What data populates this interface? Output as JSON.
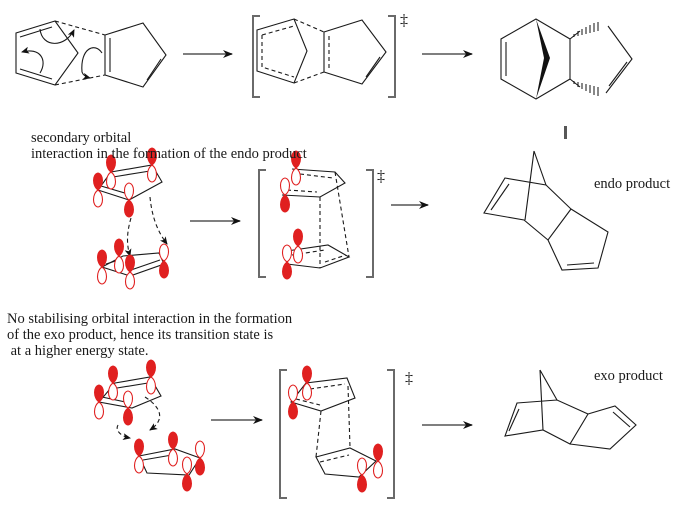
{
  "texts": {
    "endo_caption_line1": "secondary orbital",
    "endo_caption_line2": "interaction in the formation of the endo product",
    "endo_label": "endo product",
    "exo_caption_line1": "No stabilising orbital interaction in the formation",
    "exo_caption_line2": "of the exo product, hence its transition state is",
    "exo_caption_line3": " at a higher energy state.",
    "exo_label": "exo product",
    "ts_symbol": "‡",
    "equivalence_symbol": "|||"
  },
  "colors": {
    "orbital": "#e02020",
    "bond": "#1a1a1a",
    "bracket": "#6a6a6a",
    "arrow": "#555555"
  },
  "rows": [
    {
      "name": "skeletal-mechanism",
      "steps": [
        "reactants-with-curly-arrows",
        "transition-state",
        "endo-adduct-wedge"
      ]
    },
    {
      "name": "endo-orbital",
      "steps": [
        "stacked-reactants-with-orbitals",
        "endo-transition-state",
        "endo-product"
      ]
    },
    {
      "name": "exo-orbital",
      "steps": [
        "offset-reactants-with-orbitals",
        "exo-transition-state",
        "exo-product"
      ]
    }
  ]
}
